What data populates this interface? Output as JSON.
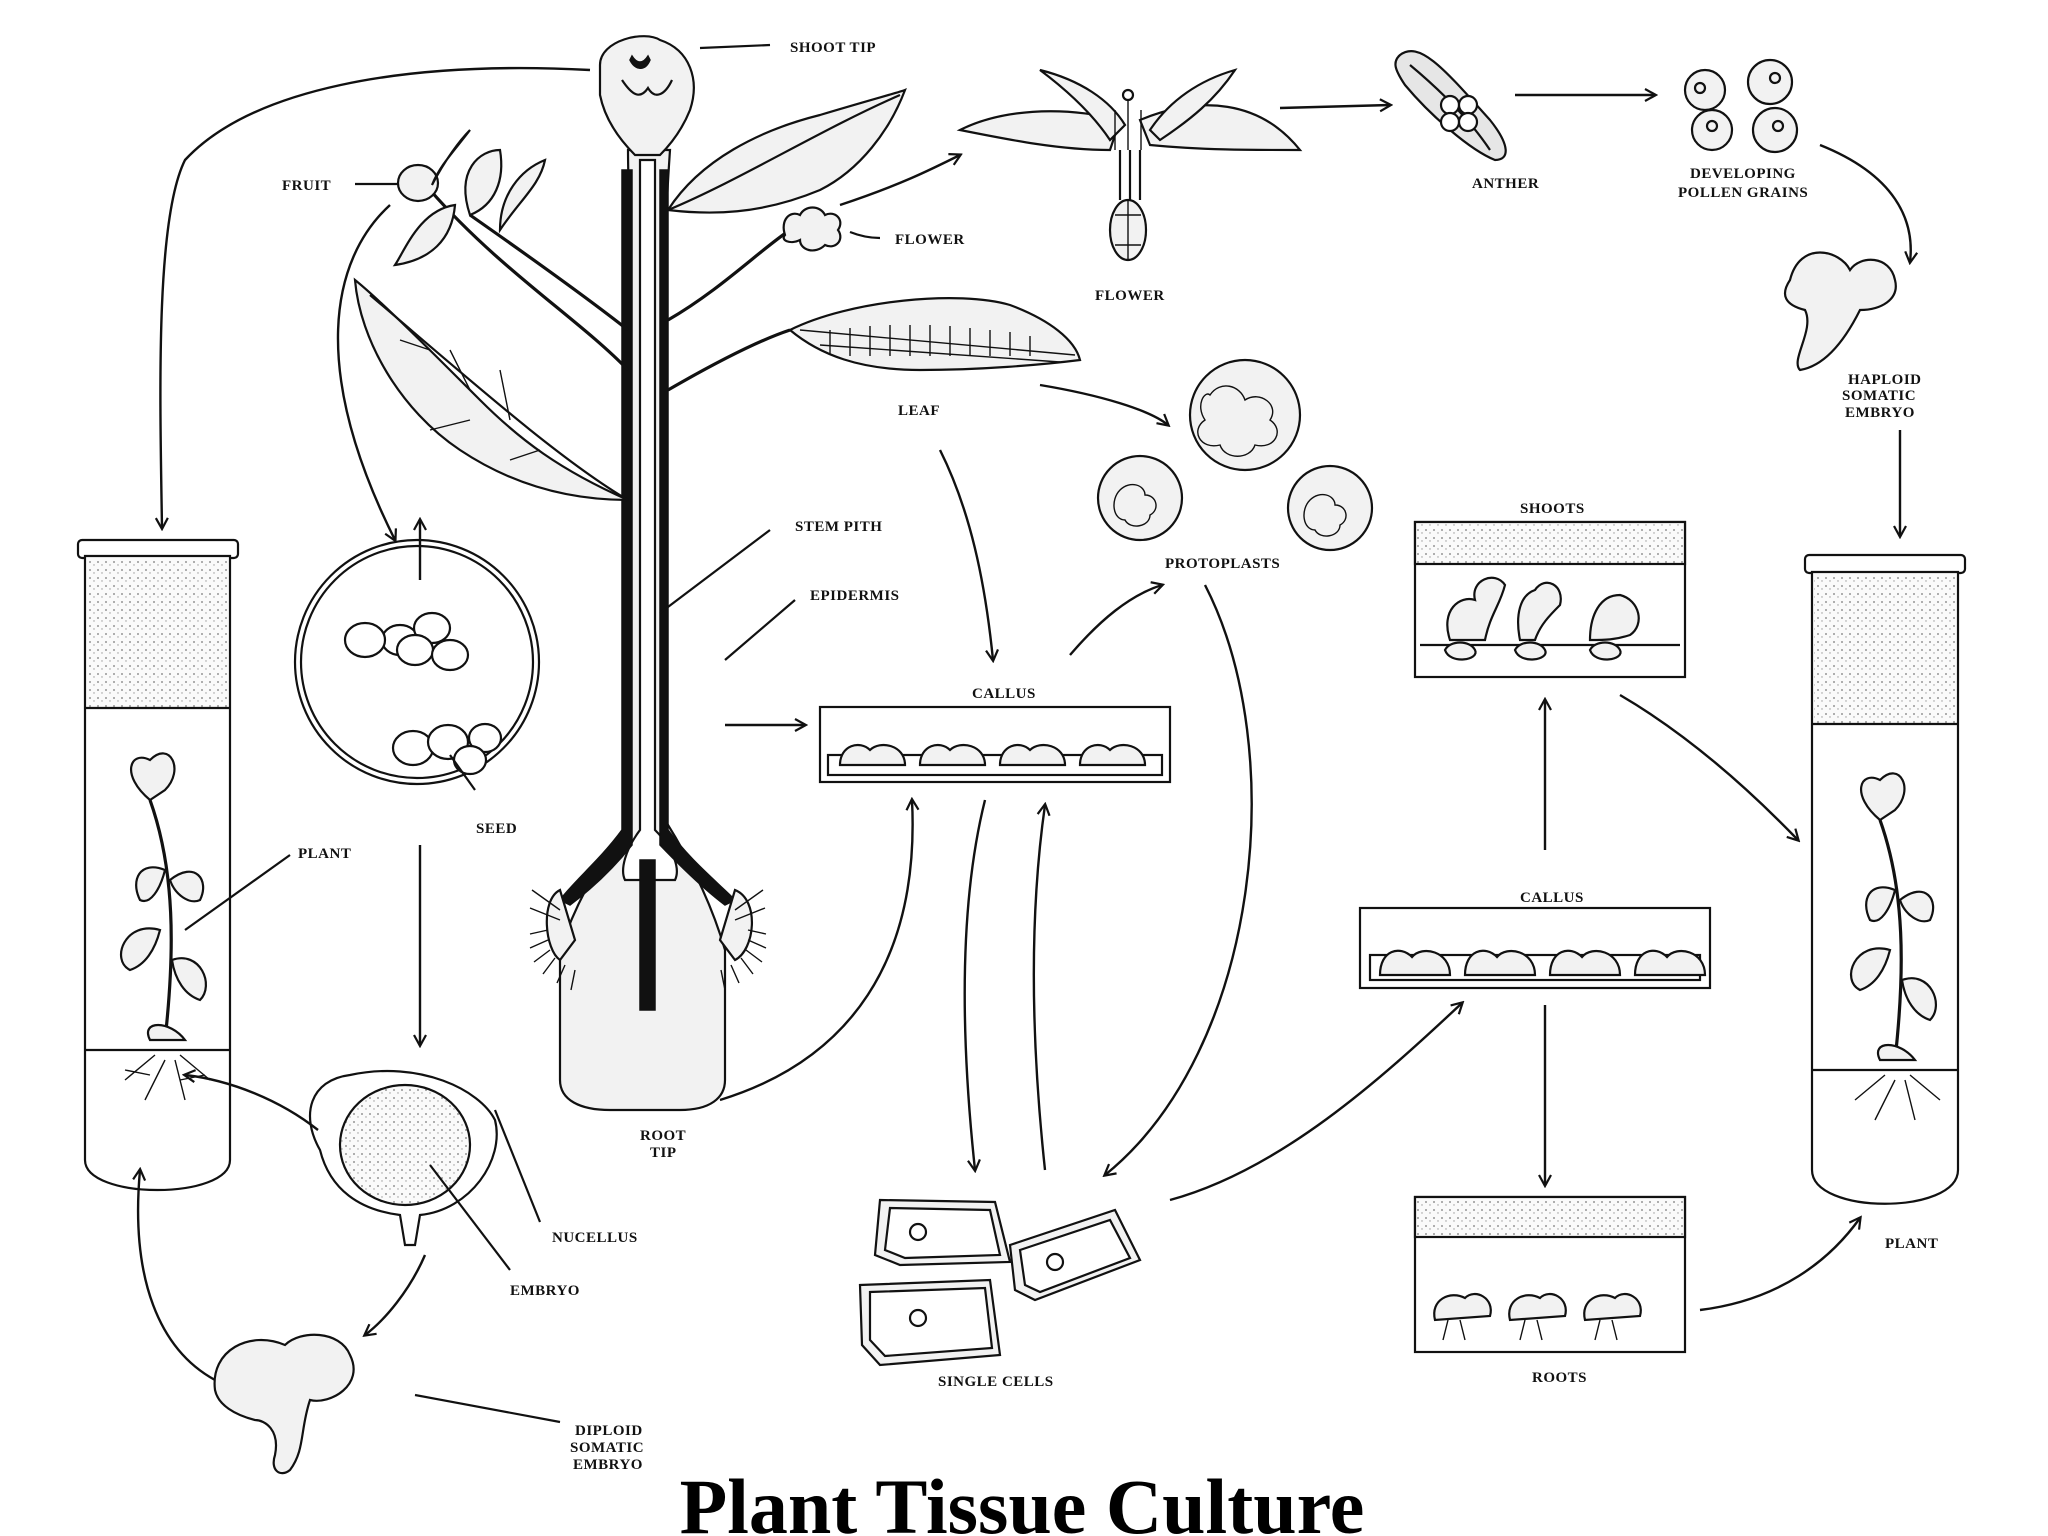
{
  "title": "Plant Tissue Culture",
  "labels": {
    "shoot_tip": "SHOOT TIP",
    "fruit": "FRUIT",
    "flower_small": "FLOWER",
    "flower_large": "FLOWER",
    "anther": "ANTHER",
    "developing_pollen_1": "DEVELOPING",
    "developing_pollen_2": "POLLEN GRAINS",
    "haploid_1": "HAPLOID",
    "haploid_2": "SOMATIC",
    "haploid_3": "EMBRYO",
    "leaf": "LEAF",
    "protoplasts": "PROTOPLASTS",
    "stem_pith": "STEM PITH",
    "epidermis": "EPIDERMIS",
    "callus_center": "CALLUS",
    "shoots": "SHOOTS",
    "callus_right": "CALLUS",
    "plant_left": "PLANT",
    "seed": "SEED",
    "root_tip_1": "ROOT",
    "root_tip_2": "TIP",
    "nucellus": "NUCELLUS",
    "embryo": "EMBRYO",
    "single_cells": "SINGLE CELLS",
    "roots": "ROOTS",
    "plant_right": "PLANT",
    "diploid_1": "DIPLOID",
    "diploid_2": "SOMATIC",
    "diploid_3": "EMBRYO"
  }
}
